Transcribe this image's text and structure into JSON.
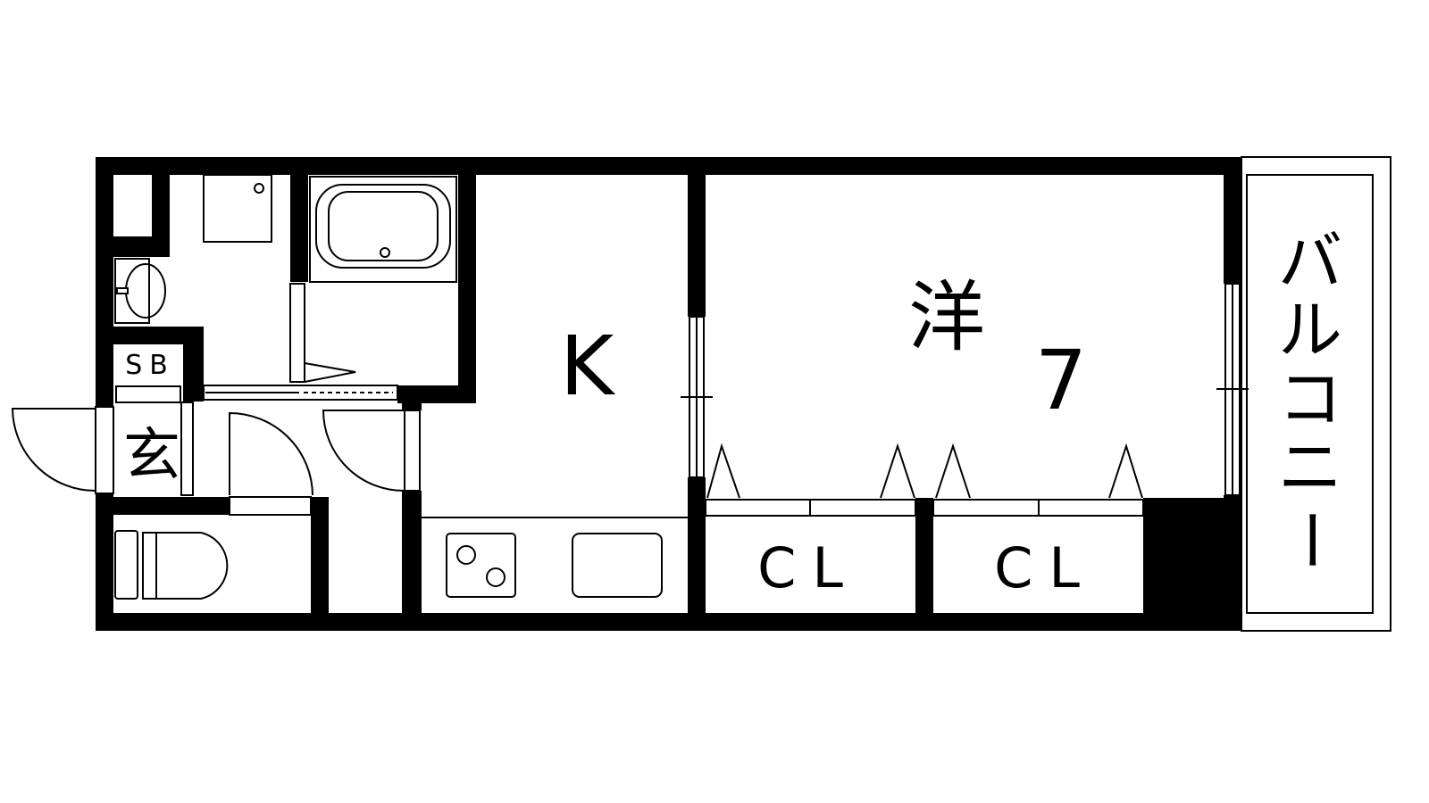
{
  "rooms": {
    "western": "洋",
    "western_size": "7",
    "kitchen": "K",
    "closet_1": "CL",
    "closet_2": "CL",
    "entrance": "玄",
    "shoe_box": "SB",
    "balcony": [
      "バ",
      "ル",
      "コ",
      "ニ",
      "ー"
    ]
  }
}
